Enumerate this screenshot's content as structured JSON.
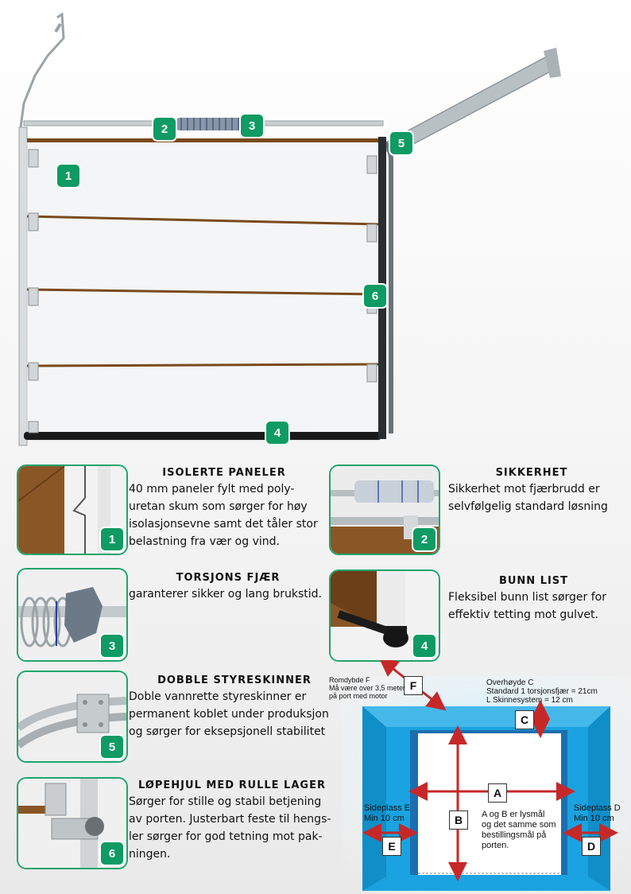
{
  "door_badges": [
    "1",
    "2",
    "3",
    "4",
    "5",
    "6"
  ],
  "features": [
    {
      "num": "1",
      "title": "ISOLERTE PANELER",
      "text": [
        "40 mm paneler fylt med poly-",
        "uretan skum som sørger for høy",
        "isolasjonsevne samt det tåler stor",
        "belastning fra vær og vind."
      ]
    },
    {
      "num": "2",
      "title": "SIKKERHET",
      "text": [
        "Sikkerhet mot fjærbrudd er",
        "selvfølgelig standard løsning"
      ]
    },
    {
      "num": "3",
      "title": "TORSJONS FJÆR",
      "text": [
        "garanterer sikker og lang brukstid."
      ]
    },
    {
      "num": "4",
      "title": "BUNN LIST",
      "text": [
        "Fleksibel bunn list sørger for",
        "effektiv tetting mot gulvet."
      ]
    },
    {
      "num": "5",
      "title": "DOBBLE STYRESKINNER",
      "text": [
        "Doble vannrette styreskinner er",
        "permanent koblet under produksjon",
        "og sørger for eksepsjonell stabilitet"
      ]
    },
    {
      "num": "6",
      "title": "LØPEHJUL MED RULLE LAGER",
      "text": [
        "Sørger for stille og stabil betjening",
        "av porten.  Justerbart feste til hengs-",
        "ler sørger for god tetning mot pak-",
        "ningen."
      ]
    }
  ],
  "diagram": {
    "labels": {
      "A": "A",
      "B": "B",
      "C": "C",
      "D": "D",
      "E": "E",
      "F": "F"
    },
    "f_text": [
      "Romdybde F",
      "Må være over 3,5 meter",
      "på port med motor"
    ],
    "c_text": [
      "Overhøyde C",
      "Standard 1 torsjonsfjær = 21cm",
      "L Skinnesystem = 12 cm"
    ],
    "e_text": [
      "Sideplass E",
      "Min 10 cm"
    ],
    "d_text": [
      "Sideplass D",
      "Min 10 cm"
    ],
    "ab_text": [
      "A og B er lysmål",
      "og det samme som",
      "bestillingsmål på",
      "porten."
    ]
  },
  "colors": {
    "green": "#0f9b63",
    "wood": "#7a4a1c",
    "wall": "#1aa3e0",
    "arrow": "#c62828"
  }
}
